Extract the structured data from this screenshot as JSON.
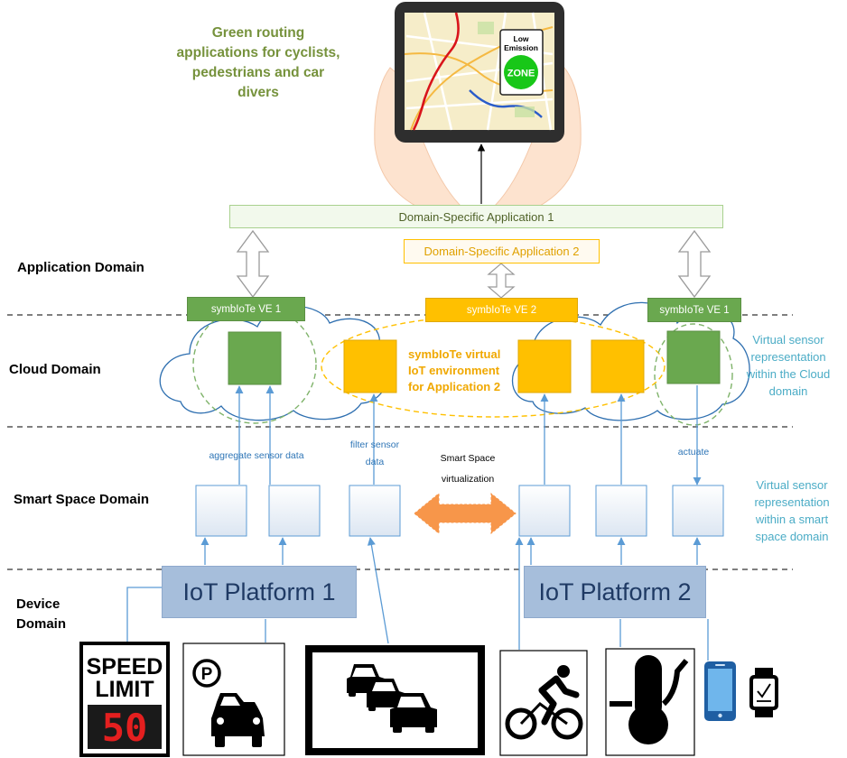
{
  "headline": [
    "Green routing",
    "applications for cyclists,",
    "pedestrians and car",
    "divers"
  ],
  "tablet_sign": {
    "line1": "Low",
    "line2": "Emission",
    "zone": "ZONE"
  },
  "domains": {
    "application": "Application Domain",
    "cloud": "Cloud Domain",
    "smart_space": "Smart Space Domain",
    "device": [
      "Device",
      "Domain"
    ]
  },
  "apps": {
    "app1": "Domain-Specific Application 1",
    "app2": "Domain-Specific Application 2"
  },
  "ve_labels": {
    "left": "symbIoTe VE 1",
    "middle": "symbIoTe  VE 2",
    "right": "symbIoTe VE 1"
  },
  "virtual_env_text": [
    "symbIoTe virtual",
    "IoT environment",
    "for Application 2"
  ],
  "notes": {
    "cloud_repr": [
      "Virtual sensor",
      "representation",
      "within the Cloud",
      "domain"
    ],
    "smart_repr": [
      "Virtual sensor",
      "representation",
      "within a smart",
      "space domain"
    ]
  },
  "arrow_labels": {
    "aggregate": "aggregate sensor data",
    "filter": [
      "filter sensor",
      "data"
    ],
    "actuate": "actuate",
    "virtualization": [
      "Smart Space",
      "virtualization"
    ]
  },
  "platforms": {
    "p1": "IoT Platform 1",
    "p2": "IoT Platform 2"
  },
  "speed_sign": {
    "line1": "SPEED",
    "line2": "LIMIT",
    "value": "50"
  },
  "parking_letter": "P",
  "colors": {
    "green": "#6aa84f",
    "orange": "#ffc000",
    "platform_blue": "#a6bedb",
    "arrow_blue": "#5b9bd5",
    "app1_border": "#a9d18e",
    "app2_border": "#ffc000"
  }
}
